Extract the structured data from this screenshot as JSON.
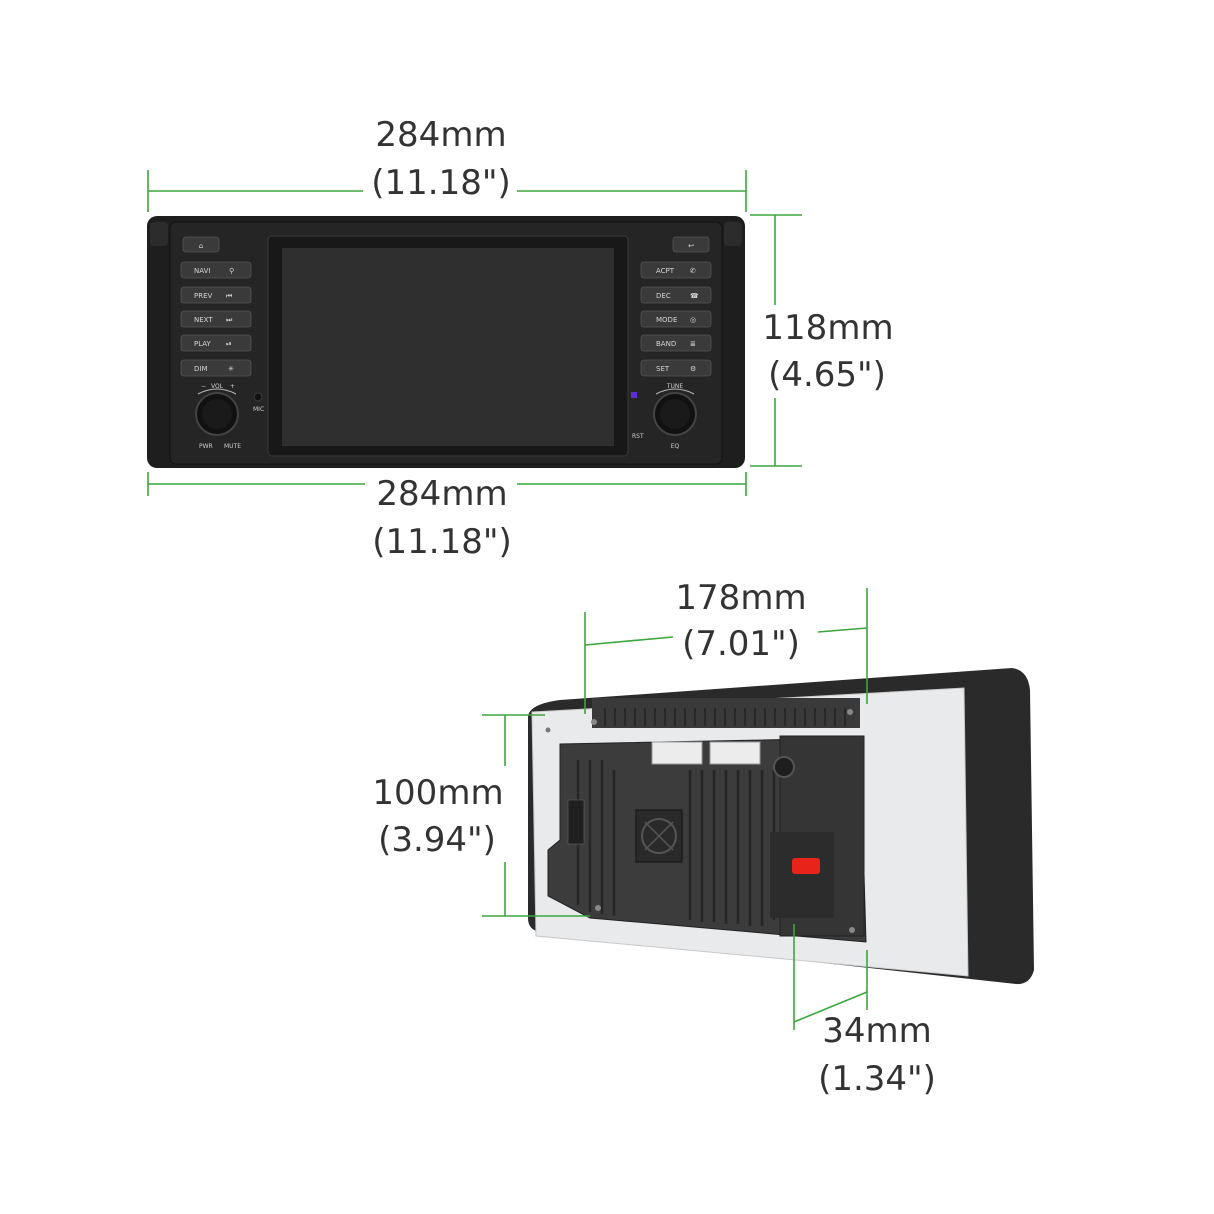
{
  "dimensions": {
    "front_width_top": {
      "mm": "284mm",
      "inch": "(11.18\")"
    },
    "front_height": {
      "mm": "118mm",
      "inch": "(4.65\")"
    },
    "front_width_bottom": {
      "mm": "284mm",
      "inch": "(11.18\")"
    },
    "rear_width": {
      "mm": "178mm",
      "inch": "(7.01\")"
    },
    "rear_height": {
      "mm": "100mm",
      "inch": "(3.94\")"
    },
    "rear_depth": {
      "mm": "34mm",
      "inch": "(1.34\")"
    }
  },
  "front_panel": {
    "left_buttons": [
      "NAVI",
      "PREV",
      "NEXT",
      "PLAY",
      "DIM"
    ],
    "right_buttons": [
      "ACPT",
      "DEC",
      "MODE",
      "BAND",
      "SET"
    ],
    "vol_label": "VOL",
    "tune_label": "TUNE",
    "pwr_label": "PWR",
    "mute_label": "MUTE",
    "eq_label": "EQ",
    "mic_label": "MIC",
    "rst_label": "RST"
  },
  "colors": {
    "dimension_line": "#3da53d",
    "indicator_led": "#5a2fd6",
    "fuse_red": "#e8231a"
  }
}
